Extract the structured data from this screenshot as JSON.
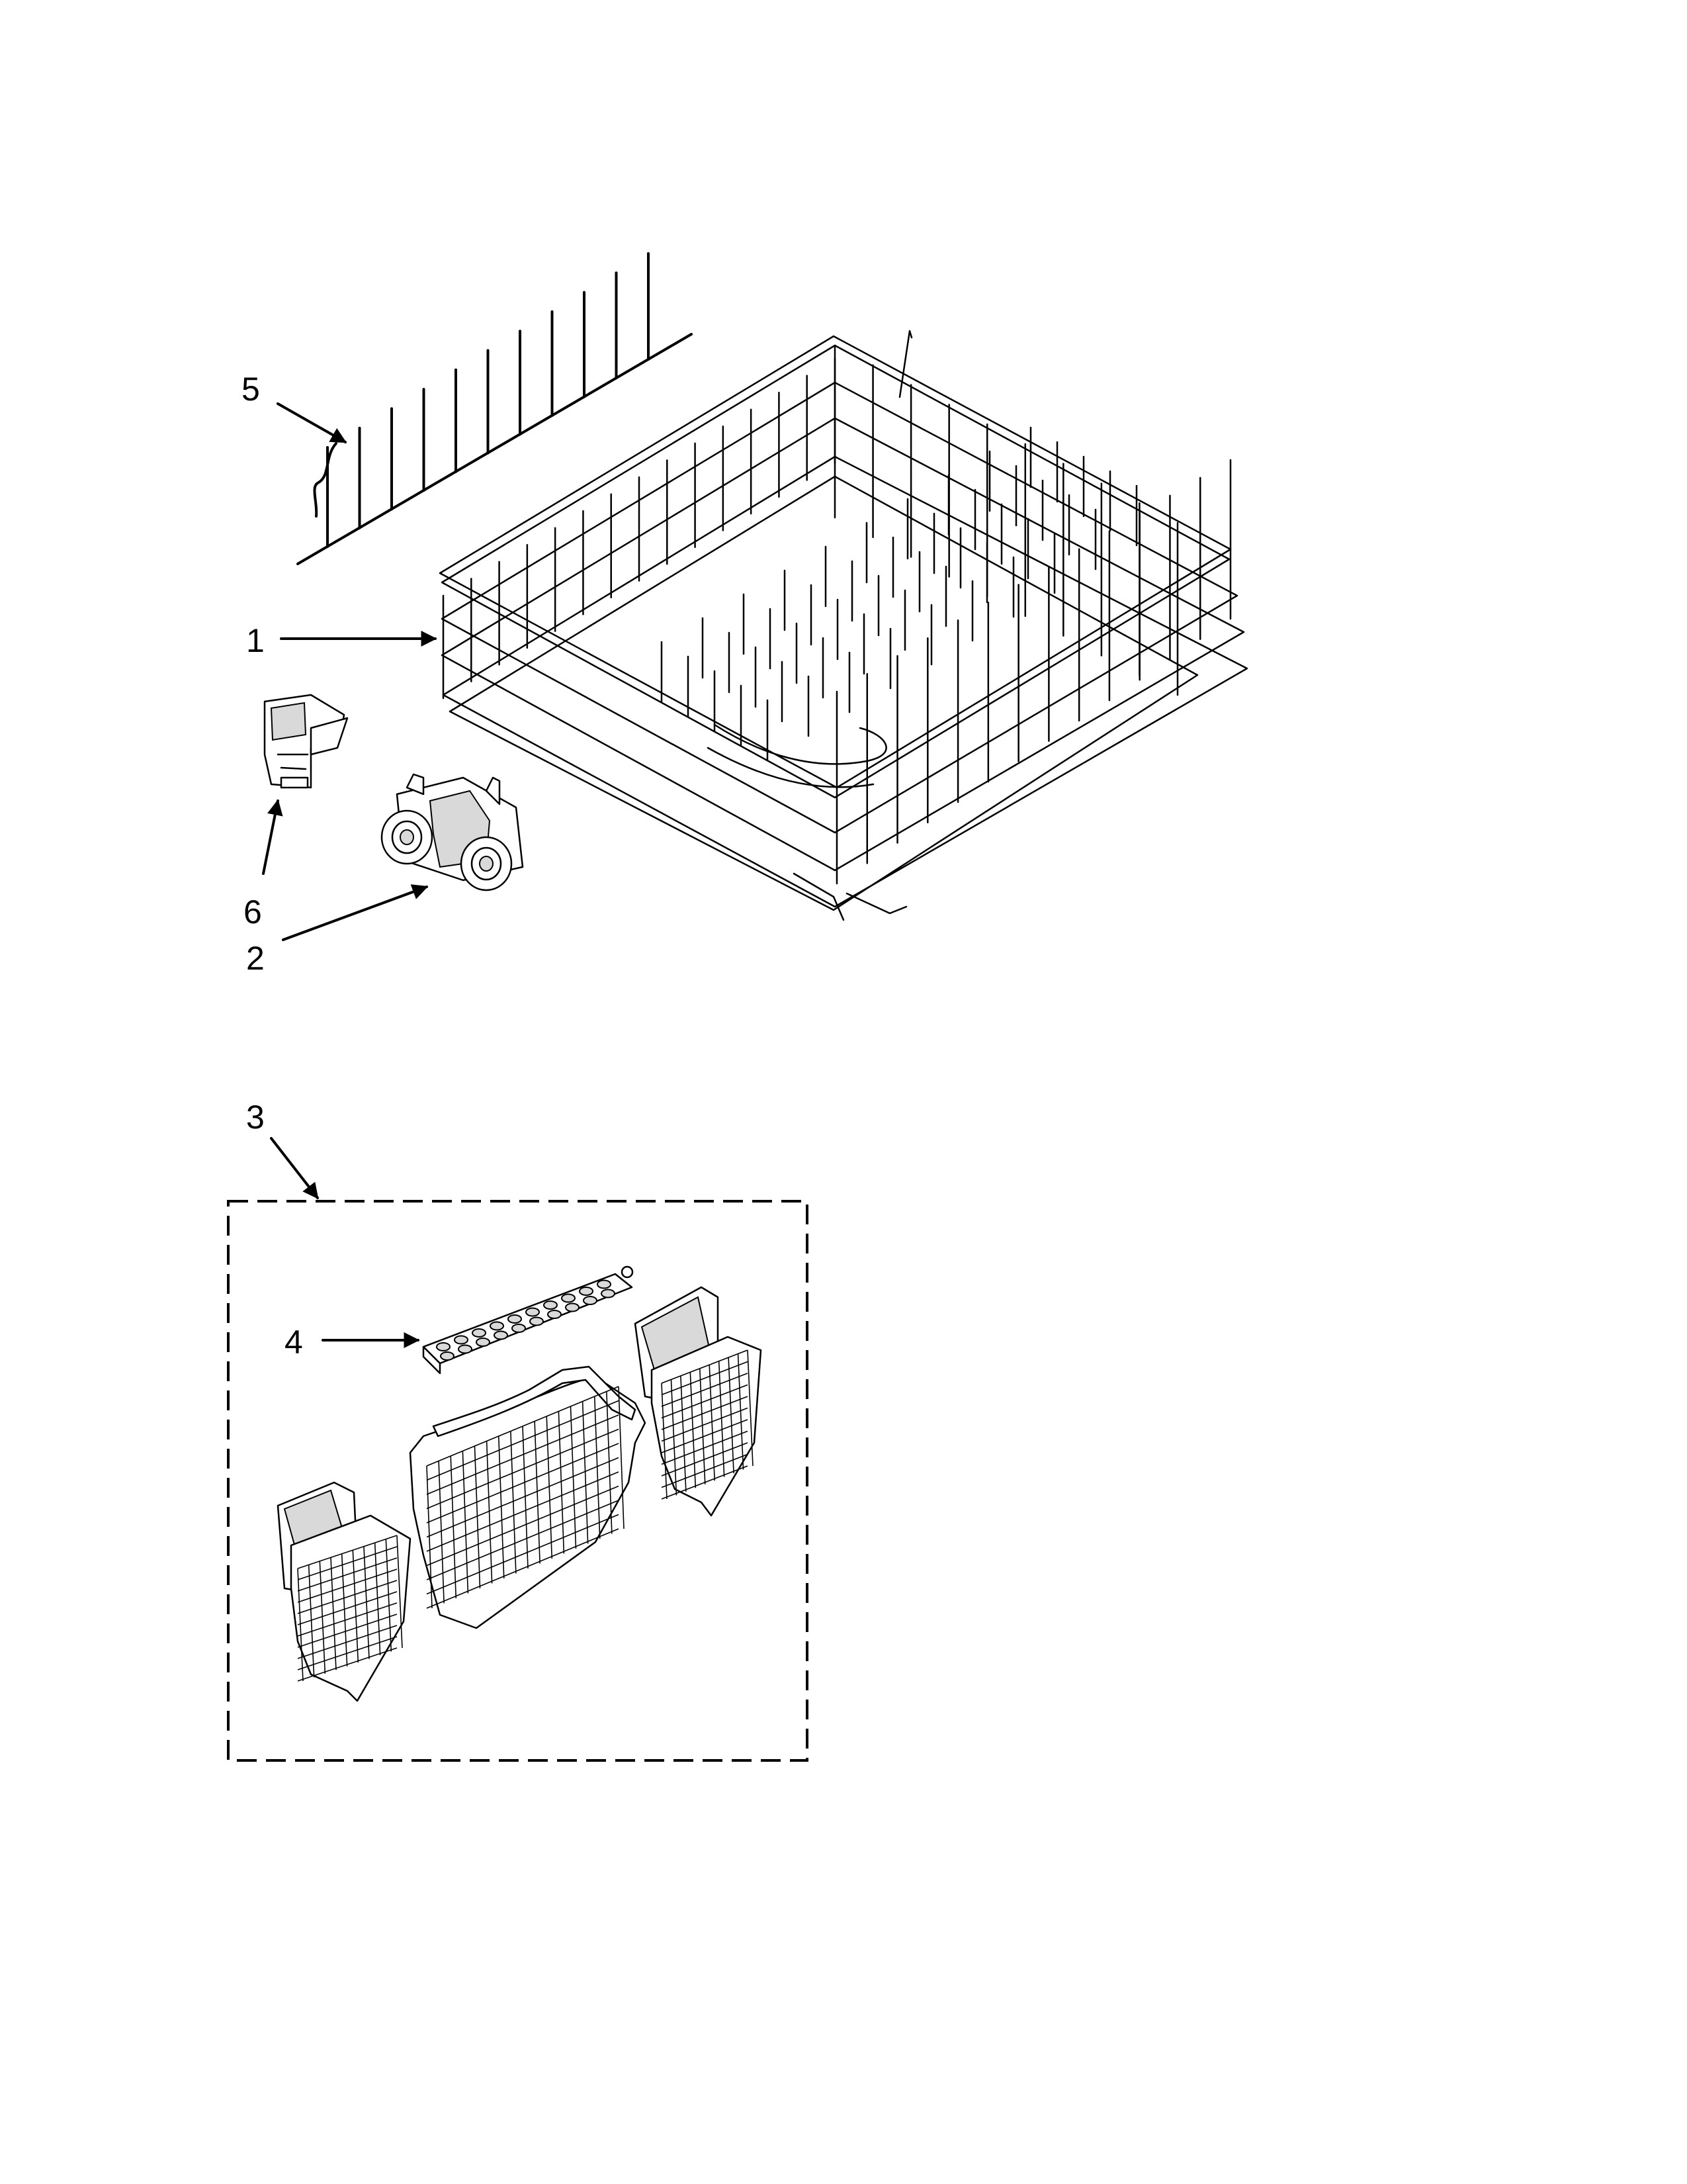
{
  "callouts": {
    "c1": "1",
    "c2": "2",
    "c3": "3",
    "c4": "4",
    "c5": "5",
    "c6": "6"
  },
  "colors": {
    "line": "#000000",
    "background": "#ffffff",
    "part_shade": "#d9d9d9"
  },
  "icons": {
    "arrowhead": "filled-triangle"
  }
}
